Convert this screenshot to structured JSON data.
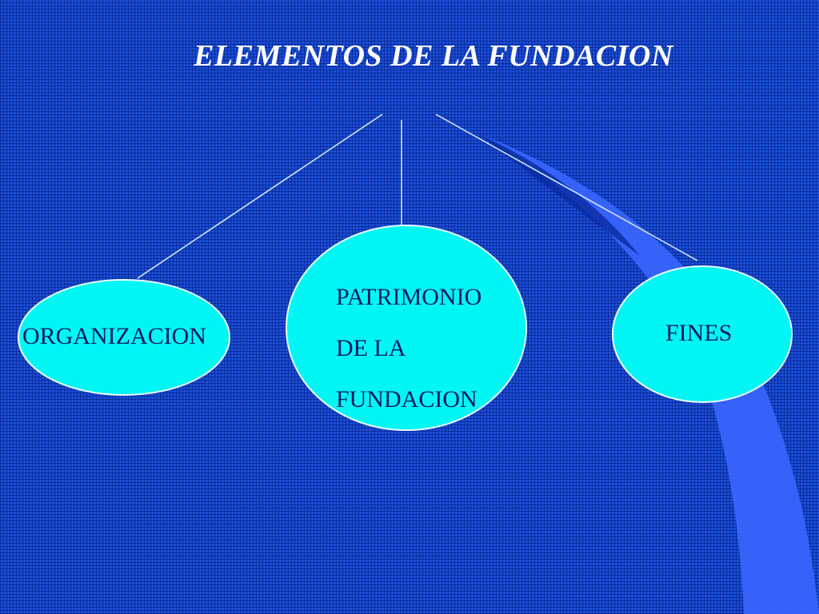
{
  "title": "ELEMENTOS DE LA FUNDACION",
  "nodes": {
    "organizacion": "ORGANIZACION",
    "patrimonio": [
      "PATRIMONIO",
      "DE LA",
      "FUNDACION"
    ],
    "fines": "FINES"
  },
  "colors": {
    "background": "#1a4fd6",
    "node_fill": "#00f5f5",
    "connector": "#d8f0ff",
    "title": "#ffffff",
    "node_text": "#061a66",
    "swoosh": "#3a66ff"
  }
}
